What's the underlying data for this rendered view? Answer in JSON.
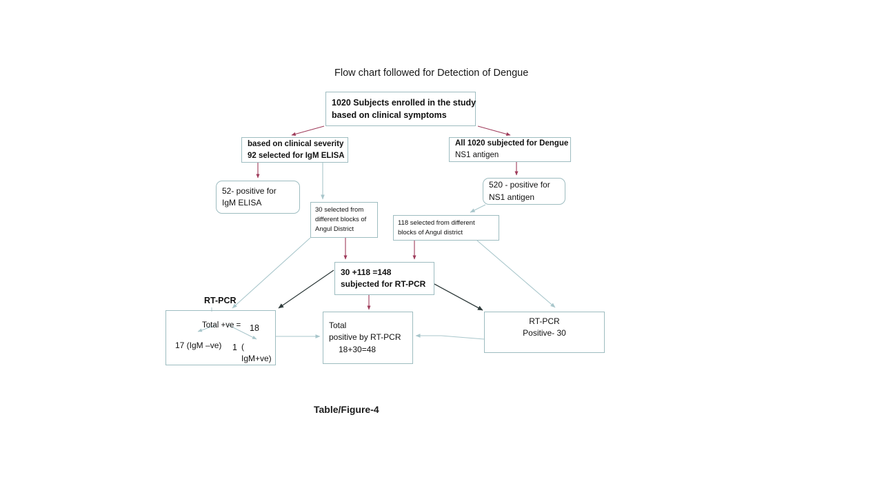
{
  "figure": {
    "title": "Flow chart followed for Detection of Dengue",
    "caption": "Table/Figure-4"
  },
  "colors": {
    "box_border": "#9dbcc0",
    "maroon_arrow": "#9e3b5a",
    "teal_arrow": "#a8c6cb",
    "dark_arrow": "#3b4a4a",
    "text": "#111111",
    "background": "#ffffff"
  },
  "nodes": {
    "enrolled": {
      "line1": "1020 Subjects enrolled in the study",
      "line2": "based on clinical symptoms"
    },
    "severity": {
      "line1": "based on clinical severity",
      "line2": "92 selected for IgM ELISA"
    },
    "all_1020_ns1": {
      "line1": "All 1020 subjected for Dengue",
      "line2": "NS1 antigen"
    },
    "elisa_positive": {
      "line1": "52-  positive for",
      "line2": "IgM ELISA"
    },
    "ns1_positive": {
      "line1": "520 -  positive for",
      "line2": "NS1 antigen"
    },
    "selected_30": {
      "line1": "30 selected from",
      "line2": "different blocks of",
      "line3": "Angul District"
    },
    "selected_118": {
      "line1": "118 selected from different",
      "line2": "blocks of Angul district"
    },
    "subjected_148": {
      "line1": "30 +118 =148",
      "line2": "subjected for RT-PCR"
    },
    "rtpcr_left": {
      "header": "RT-PCR",
      "total_label": "Total +ve =",
      "total_value": "18",
      "igm_neg": "17 (IgM –ve)",
      "igm_pos_value": "1",
      "igm_pos_label": "( IgM+ve)"
    },
    "total_positive": {
      "line1": "Total",
      "line2": "positive by RT-PCR",
      "line3": "18+30=48"
    },
    "rtpcr_right": {
      "line1": "RT-PCR",
      "line2": "Positive-  30"
    }
  },
  "chart_data": {
    "type": "diagram",
    "title": "Flow chart followed for Detection of Dengue",
    "nodes": [
      {
        "id": "enrolled",
        "label": "1020 Subjects enrolled in the study based on clinical symptoms",
        "value": 1020
      },
      {
        "id": "severity",
        "label": "based on clinical severity 92 selected for IgM ELISA",
        "value": 92
      },
      {
        "id": "all_1020_ns1",
        "label": "All 1020 subjected for Dengue NS1 antigen",
        "value": 1020
      },
      {
        "id": "elisa_positive",
        "label": "52- positive for IgM ELISA",
        "value": 52
      },
      {
        "id": "ns1_positive",
        "label": "520 - positive for NS1 antigen",
        "value": 520
      },
      {
        "id": "selected_30",
        "label": "30 selected from different blocks of Angul District",
        "value": 30
      },
      {
        "id": "selected_118",
        "label": "118 selected from different blocks of Angul district",
        "value": 118
      },
      {
        "id": "subjected_148",
        "label": "30 +118 =148 subjected for RT-PCR",
        "value": 148
      },
      {
        "id": "rtpcr_left",
        "label": "RT-PCR Total +ve = 18; 17 (IgM -ve), 1 (IgM+ve)",
        "value": 18
      },
      {
        "id": "total_positive",
        "label": "Total positive by RT-PCR 18+30=48",
        "value": 48
      },
      {
        "id": "rtpcr_right",
        "label": "RT-PCR Positive- 30",
        "value": 30
      }
    ],
    "edges": [
      {
        "from": "enrolled",
        "to": "severity",
        "color": "#9e3b5a"
      },
      {
        "from": "enrolled",
        "to": "all_1020_ns1",
        "color": "#9e3b5a"
      },
      {
        "from": "severity",
        "to": "elisa_positive",
        "color": "#9e3b5a"
      },
      {
        "from": "severity",
        "to": "selected_30",
        "color": "#a8c6cb"
      },
      {
        "from": "all_1020_ns1",
        "to": "ns1_positive",
        "color": "#9e3b5a"
      },
      {
        "from": "ns1_positive",
        "to": "selected_118",
        "color": "#a8c6cb"
      },
      {
        "from": "selected_30",
        "to": "subjected_148",
        "color": "#9e3b5a"
      },
      {
        "from": "selected_118",
        "to": "subjected_148",
        "color": "#9e3b5a"
      },
      {
        "from": "selected_30",
        "to": "rtpcr_left",
        "color": "#a8c6cb"
      },
      {
        "from": "selected_118",
        "to": "rtpcr_right",
        "color": "#a8c6cb"
      },
      {
        "from": "subjected_148",
        "to": "rtpcr_left",
        "color": "#3b4a4a"
      },
      {
        "from": "subjected_148",
        "to": "rtpcr_right",
        "color": "#3b4a4a"
      },
      {
        "from": "subjected_148",
        "to": "total_positive",
        "color": "#9e3b5a"
      },
      {
        "from": "rtpcr_left",
        "to": "total_positive",
        "color": "#a8c6cb"
      },
      {
        "from": "rtpcr_right",
        "to": "total_positive",
        "color": "#a8c6cb"
      }
    ]
  }
}
